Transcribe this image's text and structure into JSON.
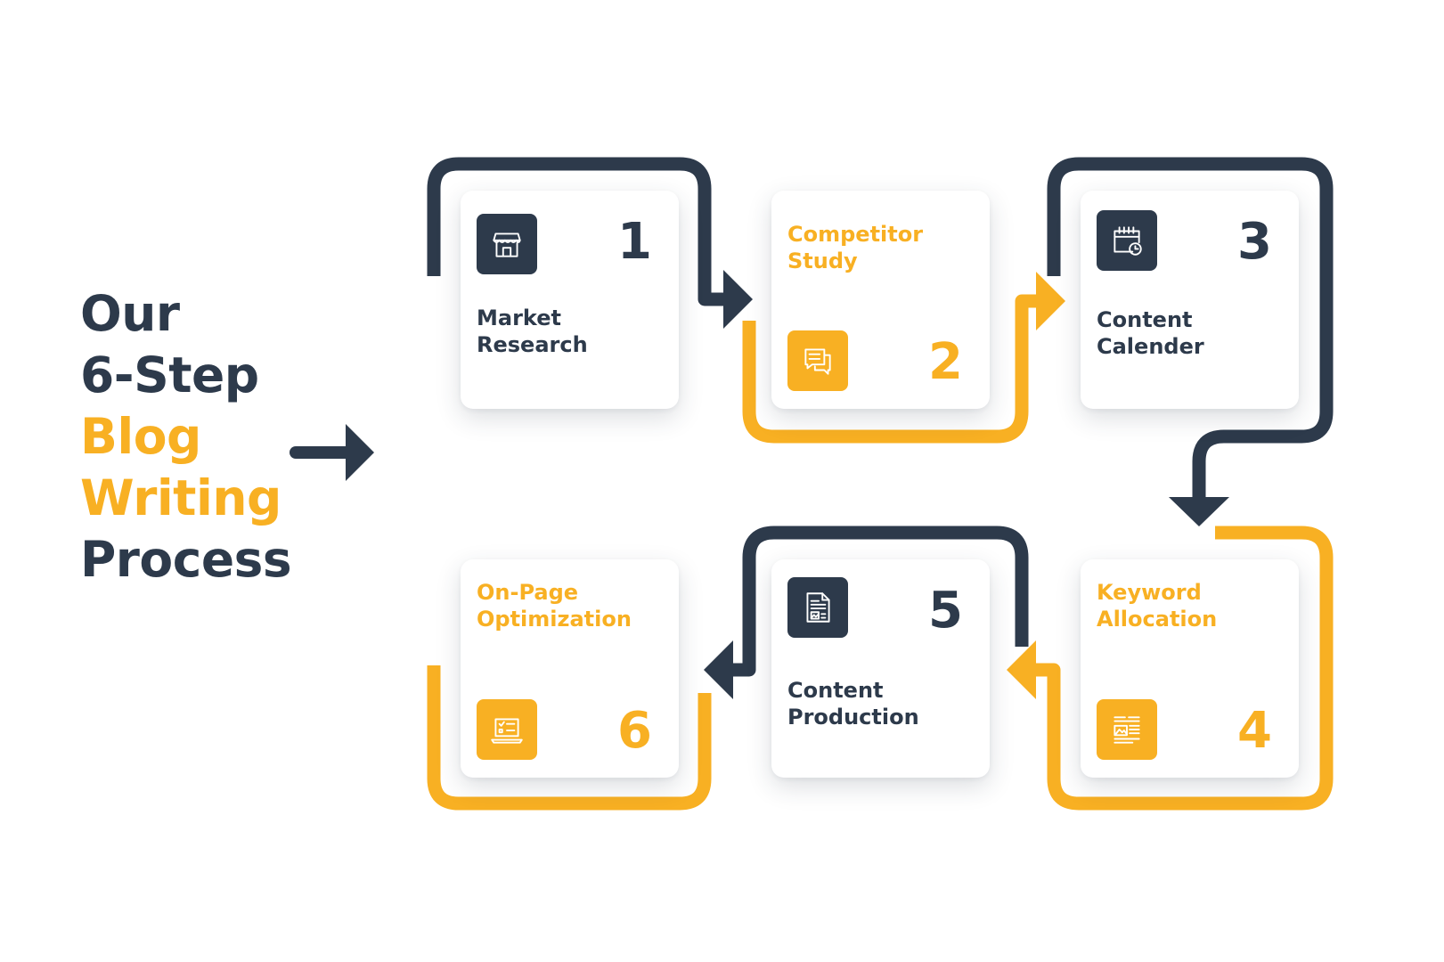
{
  "colors": {
    "navy": "#2d3a4b",
    "yellow": "#f8b023",
    "white": "#ffffff"
  },
  "title": {
    "lines": [
      {
        "text": "Our",
        "color": "navy"
      },
      {
        "text": "6-Step",
        "color": "navy"
      },
      {
        "text": "Blog",
        "color": "yellow"
      },
      {
        "text": "Writing",
        "color": "yellow"
      },
      {
        "text": "Process",
        "color": "navy"
      }
    ]
  },
  "steps": [
    {
      "number": "1",
      "label_lines": [
        "Market",
        "Research"
      ],
      "label_color": "navy",
      "icon": "store-icon",
      "icon_color": "navy"
    },
    {
      "number": "2",
      "label_lines": [
        "Competitor",
        "Study"
      ],
      "label_color": "yellow",
      "icon": "chat-icon",
      "icon_color": "yellow"
    },
    {
      "number": "3",
      "label_lines": [
        "Content",
        "Calender"
      ],
      "label_color": "navy",
      "icon": "calendar-clock-icon",
      "icon_color": "navy"
    },
    {
      "number": "4",
      "label_lines": [
        "Keyword",
        "Allocation"
      ],
      "label_color": "yellow",
      "icon": "article-layout-icon",
      "icon_color": "yellow"
    },
    {
      "number": "5",
      "label_lines": [
        "Content",
        "Production"
      ],
      "label_color": "navy",
      "icon": "document-image-icon",
      "icon_color": "navy"
    },
    {
      "number": "6",
      "label_lines": [
        "On-Page",
        "Optimization"
      ],
      "label_color": "yellow",
      "icon": "laptop-checklist-icon",
      "icon_color": "yellow"
    }
  ]
}
